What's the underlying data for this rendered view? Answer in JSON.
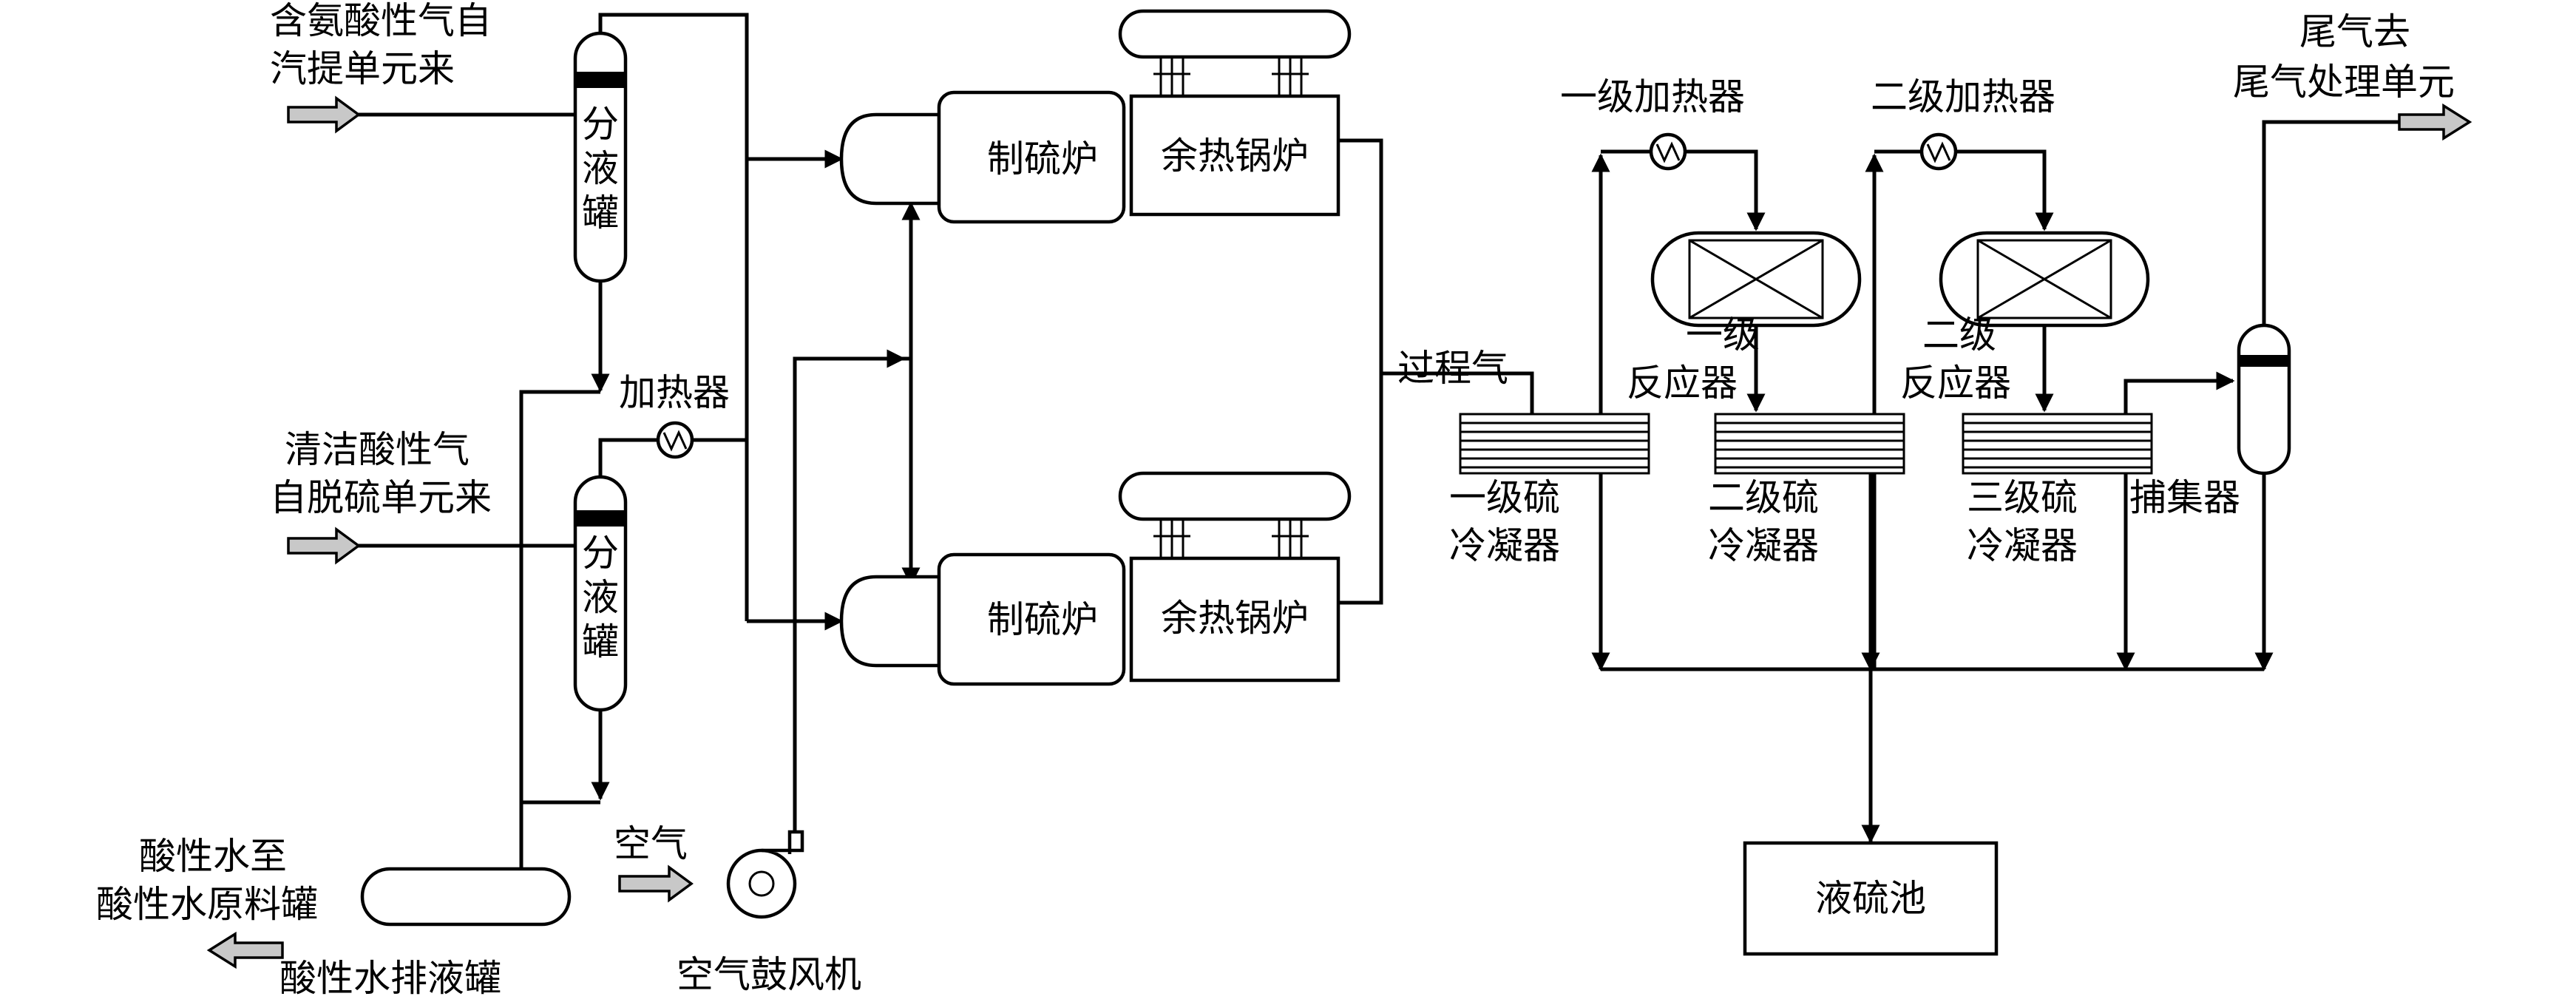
{
  "labels": {
    "feed_ammonia_1": "含氨酸性气自",
    "feed_ammonia_2": "汽提单元来",
    "feed_clean_1": "清洁酸性气",
    "feed_clean_2": "自脱硫单元来",
    "knockout_drum_top": "分液罐",
    "knockout_drum_bottom": "分液罐",
    "heater": "加热器",
    "sulfur_furnace_top": "制硫炉",
    "sulfur_furnace_bottom": "制硫炉",
    "waste_heat_boiler_top": "余热锅炉",
    "waste_heat_boiler_bottom": "余热锅炉",
    "process_gas": "过程气",
    "heater_stage1": "一级加热器",
    "heater_stage2": "二级加热器",
    "reactor_stage1_1": "一级",
    "reactor_stage1_2": "反应器",
    "reactor_stage2_1": "二级",
    "reactor_stage2_2": "反应器",
    "condenser_stage1_1": "一级硫",
    "condenser_stage1_2": "冷凝器",
    "condenser_stage2_1": "二级硫",
    "condenser_stage2_2": "冷凝器",
    "condenser_stage3_1": "三级硫",
    "condenser_stage3_2": "冷凝器",
    "catcher": "捕集器",
    "tail_gas_1": "尾气去",
    "tail_gas_2": "尾气处理单元",
    "sulfur_pit": "液硫池",
    "air": "空气",
    "air_blower": "空气鼓风机",
    "sour_water_1": "酸性水至",
    "sour_water_2": "酸性水原料罐",
    "sour_water_drum": "酸性水排液罐"
  }
}
